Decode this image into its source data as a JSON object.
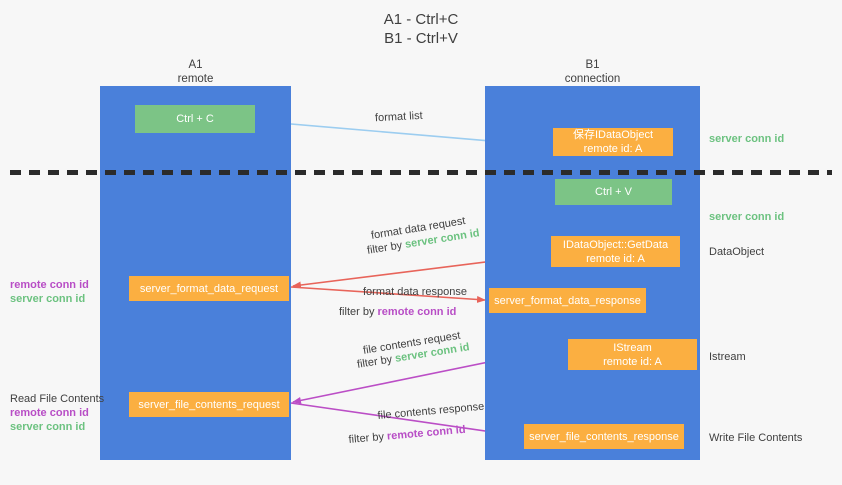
{
  "title": {
    "line1": "A1 - Ctrl+C",
    "line2": "B1 - Ctrl+V"
  },
  "columns": {
    "a1": {
      "name": "A1",
      "role": "remote"
    },
    "b1": {
      "name": "B1",
      "role": "connection"
    }
  },
  "nodes": {
    "ctrl_c": {
      "label": "Ctrl + C"
    },
    "ctrl_v": {
      "label": "Ctrl + V"
    },
    "idataobject": {
      "line1": "保存IDataObject",
      "line2": "remote id: A"
    },
    "getdata": {
      "line1": "IDataObject::GetData",
      "line2": "remote id: A"
    },
    "istream": {
      "line1": "IStream",
      "line2": "remote id: A"
    },
    "format_data_request": {
      "label": "server_format_data_request"
    },
    "format_data_response": {
      "label": "server_format_data_response"
    },
    "file_contents_request": {
      "label": "server_file_contents_request"
    },
    "file_contents_response": {
      "label": "server_file_contents_response"
    }
  },
  "edges": {
    "format_list": {
      "label": "format list"
    },
    "format_data_request": {
      "label": "format data request",
      "filter_prefix": "filter by ",
      "filter_id": "server conn id"
    },
    "format_data_response": {
      "label": "format data response",
      "filter_prefix": "filter by ",
      "filter_id": "remote conn id"
    },
    "file_contents_request": {
      "label": "file contents request",
      "filter_prefix": "filter by ",
      "filter_id": "server conn id"
    },
    "file_contents_response": {
      "label": "file contents response",
      "filter_prefix": "filter by ",
      "filter_id": "remote conn id"
    }
  },
  "annotations": {
    "right": {
      "server_conn_top": "server conn id",
      "server_conn_mid": "server conn id",
      "dataobject": "DataObject",
      "istream": "Istream",
      "write_file_contents": "Write File Contents"
    },
    "left": {
      "block1_remote": "remote conn id",
      "block1_server": "server conn id",
      "read_file_contents": "Read File Contents",
      "block2_remote": "remote conn id",
      "block2_server": "server conn id"
    }
  },
  "colors": {
    "lane_blue": "#4a80da",
    "node_green": "#7cc486",
    "node_orange": "#fbaf41",
    "remote_conn": "#b84ec6",
    "server_conn": "#6cc280",
    "background": "#f7f7f7",
    "arrow_light_blue": "#9ccdf0",
    "arrow_red": "#e8645a",
    "arrow_magenta": "#bb4ec6",
    "arrow_black": "#000000"
  }
}
